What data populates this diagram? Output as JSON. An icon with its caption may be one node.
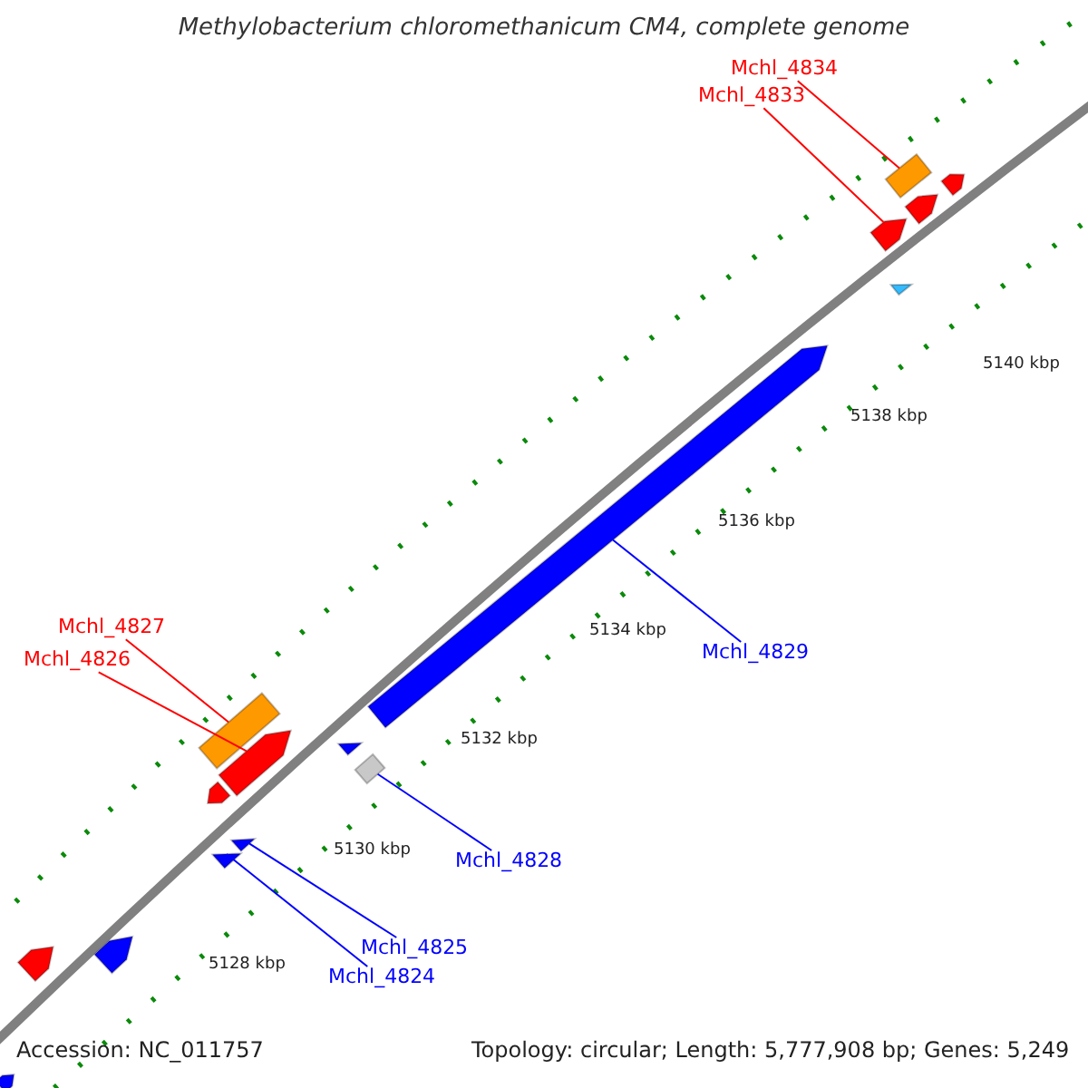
{
  "diagram": {
    "title": "Methylobacterium chloromethanicum CM4, complete genome",
    "nodes": [
      {
        "text": [
          "Mchl_4834"
        ]
      },
      {
        "text": [
          "Mchl_4833"
        ]
      },
      {
        "text": [
          "Mchl_4827"
        ]
      },
      {
        "text": [
          "Mchl_4826"
        ]
      },
      {
        "text": [
          "Mchl_4829"
        ]
      },
      {
        "text": [
          "Mchl_4828"
        ]
      },
      {
        "text": [
          "Mchl_4825"
        ]
      },
      {
        "text": [
          "Mchl_4824"
        ]
      },
      {
        "text": [],
        "shape": "box"
      },
      {
        "text": [],
        "shape": "pentagon"
      },
      {
        "text": [],
        "shape": "box"
      },
      {
        "text": [],
        "shape": "pentagon"
      },
      {
        "text": [],
        "shape": "pentagon"
      },
      {
        "text": [],
        "shape": "box"
      },
      {
        "text": [],
        "shape": "triangle"
      },
      {
        "text": [],
        "shape": "triangle"
      },
      {
        "text": [],
        "shape": "pentagon"
      },
      {
        "text": [],
        "shape": "pentagon"
      },
      {
        "text": [],
        "shape": "triangle"
      },
      {
        "text": [],
        "shape": "triangle"
      },
      {
        "text": [],
        "shape": "pentagon"
      },
      {
        "text": [],
        "shape": "pentagon"
      },
      {
        "text": [],
        "shape": "pentagon"
      },
      {
        "text": [],
        "shape": "pentagon"
      }
    ],
    "edges": [
      {
        "from": 0,
        "to": 8,
        "arrow": "none",
        "color": "#ff0000"
      },
      {
        "from": 1,
        "to": 9,
        "arrow": "none",
        "color": "#ff0000"
      },
      {
        "from": 2,
        "to": 10,
        "arrow": "none",
        "color": "#ff0000"
      },
      {
        "from": 3,
        "to": 11,
        "arrow": "none",
        "color": "#ff0000"
      },
      {
        "from": 4,
        "to": 12,
        "arrow": "none",
        "color": "#0000ff"
      },
      {
        "from": 5,
        "to": 13,
        "arrow": "none",
        "color": "#0000ff"
      },
      {
        "from": 6,
        "to": 14,
        "arrow": "none",
        "color": "#0000ff"
      },
      {
        "from": 7,
        "to": 15,
        "arrow": "none",
        "color": "#0000ff"
      }
    ],
    "labels": [
      "5140 kbp",
      "5138 kbp",
      "5136 kbp",
      "5134 kbp",
      "5132 kbp",
      "5130 kbp",
      "5128 kbp",
      "Accession: NC_011757",
      "Topology: circular; Length: 5,777,908 bp; Genes: 5,249"
    ]
  }
}
